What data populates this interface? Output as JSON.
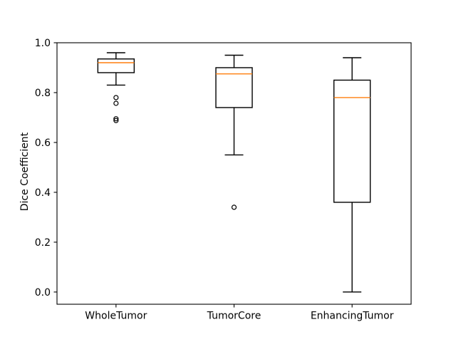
{
  "figure": {
    "background": "#ffffff"
  },
  "chart_data": {
    "type": "boxplot",
    "title": "",
    "xlabel": "",
    "ylabel": "Dice Coefficient",
    "categories": [
      "WholeTumor",
      "TumorCore",
      "EnhancingTumor"
    ],
    "ytick_labels": [
      "0.0",
      "0.2",
      "0.4",
      "0.6",
      "0.8",
      "1.0"
    ],
    "ytick_values": [
      0.0,
      0.2,
      0.4,
      0.6,
      0.8,
      1.0
    ],
    "ylim": [
      -0.049,
      1.0
    ],
    "grid": false,
    "legend": null,
    "colors": {
      "box_line": "#000000",
      "median_line": "#ff7f0e",
      "axis": "#000000",
      "text": "#000000",
      "background": "#ffffff"
    },
    "series": [
      {
        "name": "WholeTumor",
        "whisker_low": 0.83,
        "q1": 0.88,
        "median": 0.92,
        "q3": 0.935,
        "whisker_high": 0.96,
        "outliers": [
          0.78,
          0.757,
          0.695,
          0.688
        ]
      },
      {
        "name": "TumorCore",
        "whisker_low": 0.55,
        "q1": 0.74,
        "median": 0.875,
        "q3": 0.9,
        "whisker_high": 0.95,
        "outliers": [
          0.34
        ]
      },
      {
        "name": "EnhancingTumor",
        "whisker_low": 0.0,
        "q1": 0.36,
        "median": 0.78,
        "q3": 0.85,
        "whisker_high": 0.94,
        "outliers": []
      }
    ]
  }
}
